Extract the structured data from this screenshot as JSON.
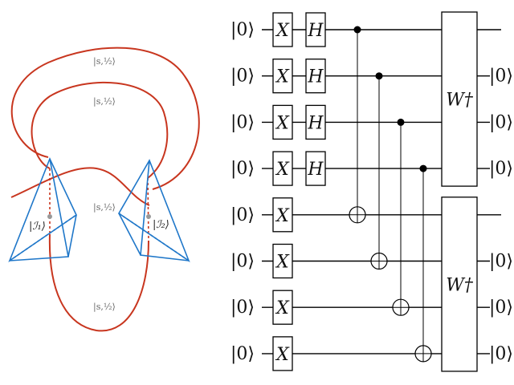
{
  "left_diagram": {
    "colors": {
      "loop": "#c8361f",
      "tetra": "#1f77c9",
      "vertex": "#999999"
    },
    "loop_labels": [
      "|s,½⟩",
      "|s,½⟩",
      "|s,½⟩",
      "|s,½⟩"
    ],
    "vertex_labels": [
      "|ℐ₁⟩",
      "|ℐ₂⟩"
    ]
  },
  "circuit": {
    "input_ket": "|0⟩",
    "output_ket": "|0⟩",
    "x_gate": "X",
    "h_gate": "H",
    "w_gate": "W†",
    "num_qubits": 8,
    "h_qubits": 4,
    "output_qubits_top": [
      1,
      2,
      3
    ],
    "output_qubits_bottom": [
      5,
      6,
      7
    ]
  }
}
